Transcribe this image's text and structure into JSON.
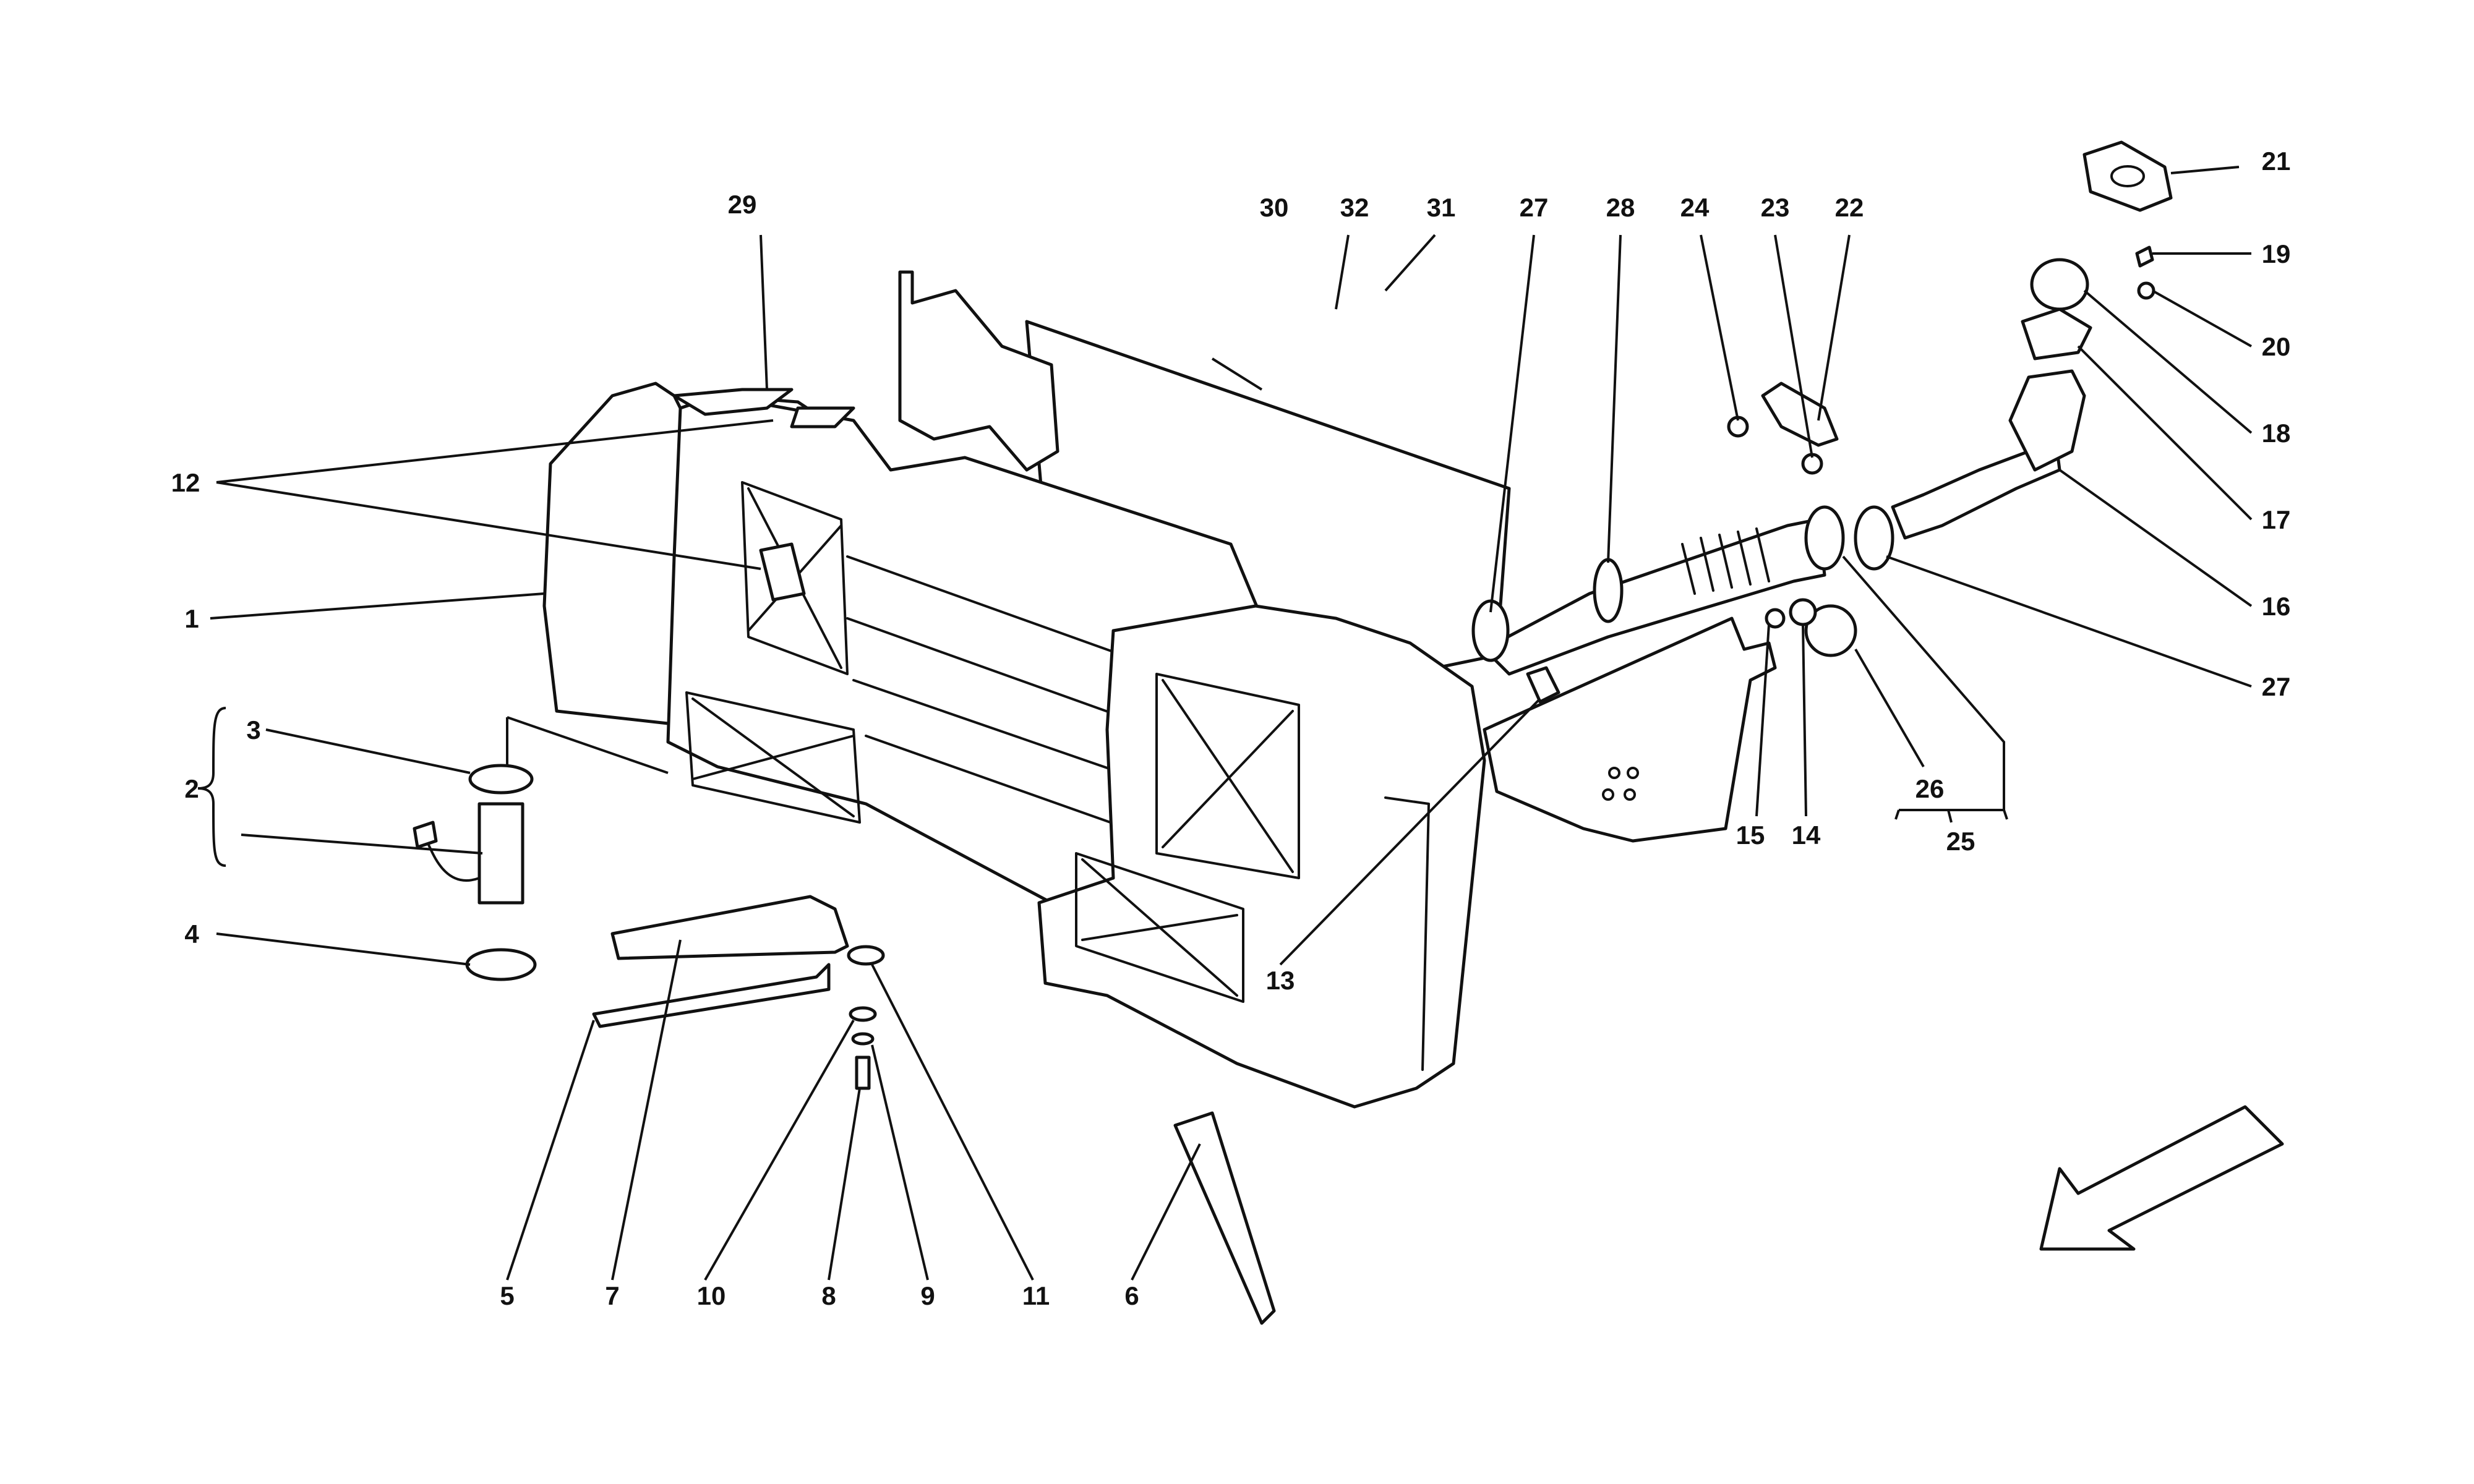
{
  "callouts": {
    "c1": "1",
    "c2": "2",
    "c3": "3",
    "c4": "4",
    "c5": "5",
    "c6": "6",
    "c7": "7",
    "c8": "8",
    "c9": "9",
    "c10": "10",
    "c11": "11",
    "c12": "12",
    "c13": "13",
    "c14": "14",
    "c15": "15",
    "c16": "16",
    "c17": "17",
    "c18": "18",
    "c19": "19",
    "c20": "20",
    "c21": "21",
    "c22": "22",
    "c23": "23",
    "c24": "24",
    "c25": "25",
    "c26": "26",
    "c27a": "27",
    "c27b": "27",
    "c28": "28",
    "c29": "29",
    "c30": "30",
    "c31": "31",
    "c32": "32"
  },
  "direction_arrow": {
    "icon": "direction-arrow-icon",
    "points": "down-left"
  },
  "colors": {
    "line": "#111111",
    "background": "#ffffff",
    "shade": "#d9d9d9"
  }
}
